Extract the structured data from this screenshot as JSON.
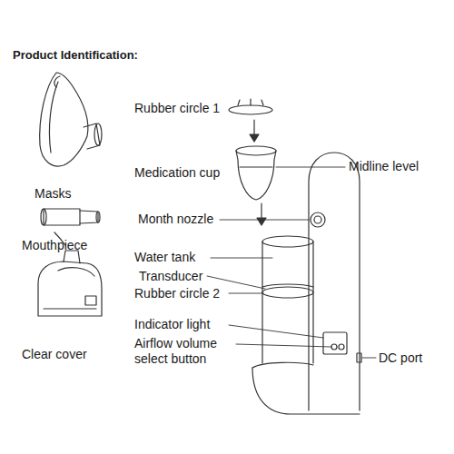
{
  "diagram": {
    "title": "Product Identification:",
    "labels": [
      "Masks",
      "Mouthpiece",
      "Clear cover",
      "Rubber circle 1",
      "Medication cup",
      "Midline level",
      "Month nozzle",
      "Water tank",
      "Transducer",
      "Rubber circle 2",
      "Indicator light",
      "Airflow volume select button",
      "DC port"
    ]
  }
}
